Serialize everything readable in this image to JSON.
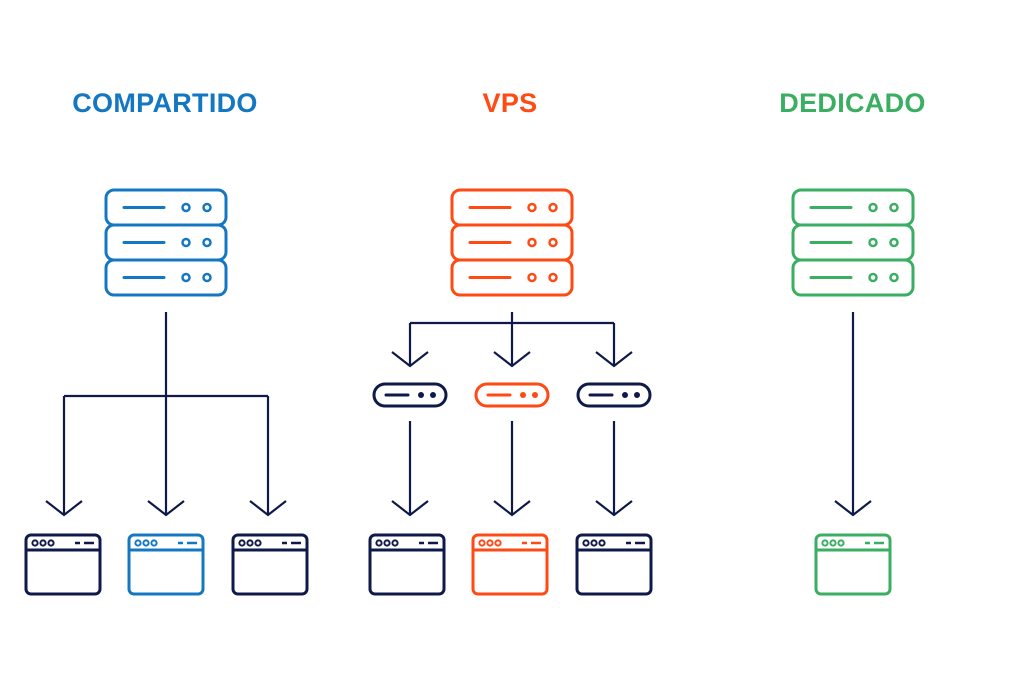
{
  "colors": {
    "blue": "#1477c2",
    "orange": "#ff4a14",
    "green": "#3aae61",
    "navy": "#0f1a4b"
  },
  "columns": [
    {
      "id": "compartido",
      "title": "COMPARTIDO",
      "color_key": "blue",
      "server_icon": "server-rack-icon",
      "vps_nodes": [],
      "sites": [
        {
          "icon": "browser-window-icon",
          "color_key": "navy"
        },
        {
          "icon": "browser-window-icon",
          "color_key": "blue"
        },
        {
          "icon": "browser-window-icon",
          "color_key": "navy"
        }
      ]
    },
    {
      "id": "vps",
      "title": "VPS",
      "color_key": "orange",
      "server_icon": "server-rack-icon",
      "vps_nodes": [
        {
          "icon": "virtual-server-icon",
          "color_key": "navy"
        },
        {
          "icon": "virtual-server-icon",
          "color_key": "orange"
        },
        {
          "icon": "virtual-server-icon",
          "color_key": "navy"
        }
      ],
      "sites": [
        {
          "icon": "browser-window-icon",
          "color_key": "navy"
        },
        {
          "icon": "browser-window-icon",
          "color_key": "orange"
        },
        {
          "icon": "browser-window-icon",
          "color_key": "navy"
        }
      ]
    },
    {
      "id": "dedicado",
      "title": "DEDICADO",
      "color_key": "green",
      "server_icon": "server-rack-icon",
      "vps_nodes": [],
      "sites": [
        {
          "icon": "browser-window-icon",
          "color_key": "green"
        }
      ]
    }
  ]
}
